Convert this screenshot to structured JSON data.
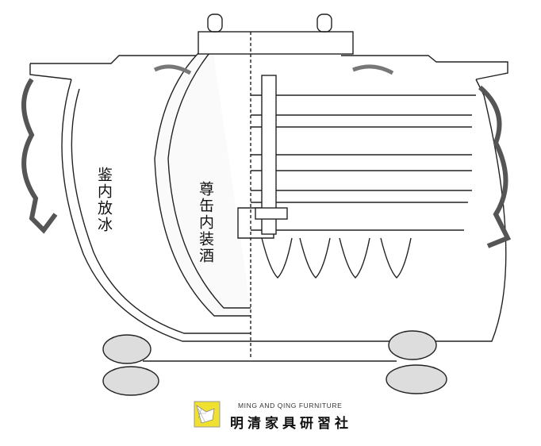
{
  "labels": {
    "ice": "鉴内放冰",
    "wine": "尊缶内装酒"
  },
  "brand": {
    "english": "MING AND QING FURNITURE",
    "chinese": "明清家具研習社",
    "logo_color": "#f0e030"
  }
}
